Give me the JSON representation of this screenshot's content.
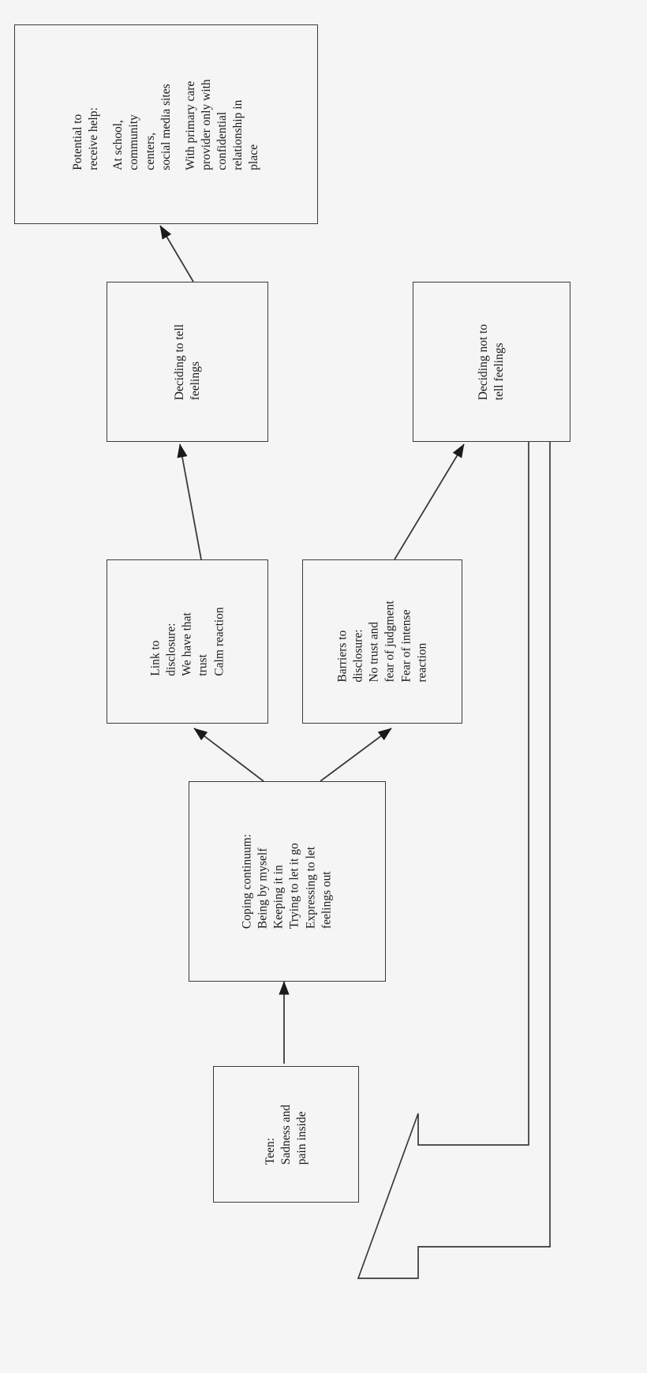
{
  "diagram": {
    "title": "Teen disclosure and coping flowchart",
    "orientation": "text rotated 90 degrees counter-clockwise",
    "background_color": "#f5f5f5",
    "line_color": "#3a3a3c",
    "text_color": "#1a1a1a"
  },
  "nodes": {
    "potential_help": {
      "name": "Potential to receive help",
      "lines": [
        "Potential to",
        "receive help:",
        "",
        "At school,",
        "community",
        "centers,",
        "social media sites",
        "",
        "With primary care",
        "provider only with",
        "confidential",
        "relationship in",
        "place"
      ]
    },
    "deciding_tell": {
      "name": "Deciding to tell feelings",
      "lines": [
        "Deciding to tell",
        "feelings"
      ]
    },
    "deciding_not_tell": {
      "name": "Deciding not to tell feelings",
      "lines": [
        "Deciding not to",
        "tell feelings"
      ]
    },
    "link_disclosure": {
      "name": "Link to disclosure",
      "lines": [
        "Link to",
        "disclosure:",
        "We have that",
        "trust",
        "Calm reaction"
      ]
    },
    "barriers_disclosure": {
      "name": "Barriers to disclosure",
      "lines": [
        "Barriers to",
        "disclosure:",
        "No trust and",
        "fear of judgment",
        "Fear of intense",
        "reaction"
      ]
    },
    "coping_continuum": {
      "name": "Coping continuum",
      "lines": [
        "Coping continuum:",
        "Being by myself",
        "Keeping it in",
        "Trying to let it go",
        "Expressing to let",
        "feelings out"
      ]
    },
    "teen": {
      "name": "Teen",
      "lines": [
        "Teen:",
        "Sadness and",
        "pain inside"
      ]
    }
  },
  "edges": [
    {
      "name": "teen-to-coping",
      "from": "teen",
      "to": "coping_continuum",
      "style": "solid-arrow"
    },
    {
      "name": "coping-to-link",
      "from": "coping_continuum",
      "to": "link_disclosure",
      "style": "solid-arrow"
    },
    {
      "name": "coping-to-barriers",
      "from": "coping_continuum",
      "to": "barriers_disclosure",
      "style": "solid-arrow"
    },
    {
      "name": "link-to-deciding-tell",
      "from": "link_disclosure",
      "to": "deciding_tell",
      "style": "solid-arrow"
    },
    {
      "name": "barriers-to-deciding-not-tell",
      "from": "barriers_disclosure",
      "to": "deciding_not_tell",
      "style": "solid-arrow"
    },
    {
      "name": "deciding-tell-to-potential-help",
      "from": "deciding_tell",
      "to": "potential_help",
      "style": "solid-arrow"
    },
    {
      "name": "deciding-not-tell-feedback-to-teen",
      "from": "deciding_not_tell",
      "to": "teen",
      "style": "hollow-block-arrow"
    }
  ]
}
